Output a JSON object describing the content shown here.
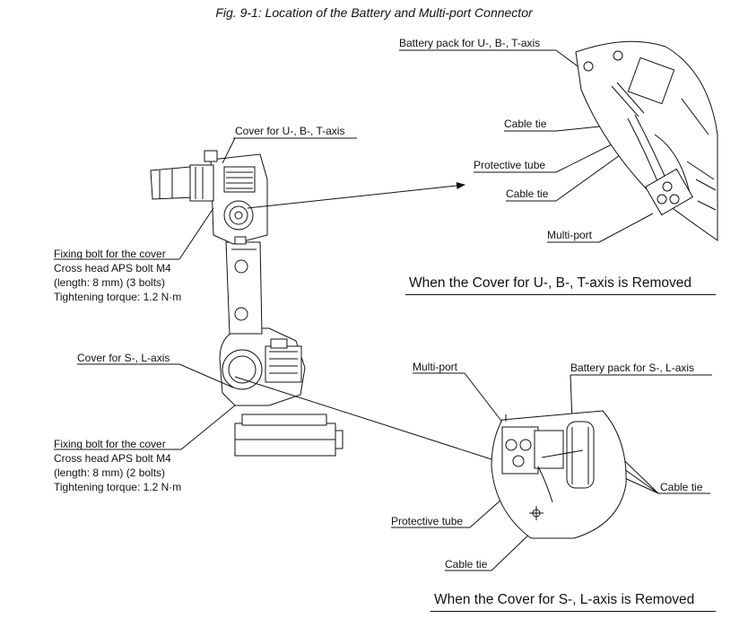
{
  "figure": {
    "title": "Fig. 9-1: Location of the Battery and Multi-port Connector"
  },
  "main_view": {
    "cover_ubt_label": "Cover for U-, B-, T-axis",
    "cover_sl_label": "Cover for S-, L-axis",
    "fixing_upper": {
      "line1": "Fixing bolt for the cover",
      "line2": "Cross head APS bolt M4",
      "line3": "(length: 8 mm) (3 bolts)",
      "line4": "Tightening torque: 1.2 N·m"
    },
    "fixing_lower": {
      "line1": "Fixing bolt for the cover",
      "line2": "Cross head APS bolt M4",
      "line3": "(length: 8 mm) (2 bolts)",
      "line4": "Tightening torque: 1.2 N·m"
    }
  },
  "detail_ubt": {
    "battery_label": "Battery pack for U-, B-, T-axis",
    "cable_tie_1": "Cable tie",
    "protective_tube": "Protective tube",
    "cable_tie_2": "Cable tie",
    "multi_port": "Multi-port",
    "heading": "When the Cover for U-, B-, T-axis is Removed"
  },
  "detail_sl": {
    "multi_port": "Multi-port",
    "battery_label": "Battery pack for S-, L-axis",
    "cable_tie_right": "Cable tie",
    "protective_tube": "Protective tube",
    "cable_tie_bottom": "Cable tie",
    "heading": "When the Cover for S-, L-axis is Removed"
  }
}
